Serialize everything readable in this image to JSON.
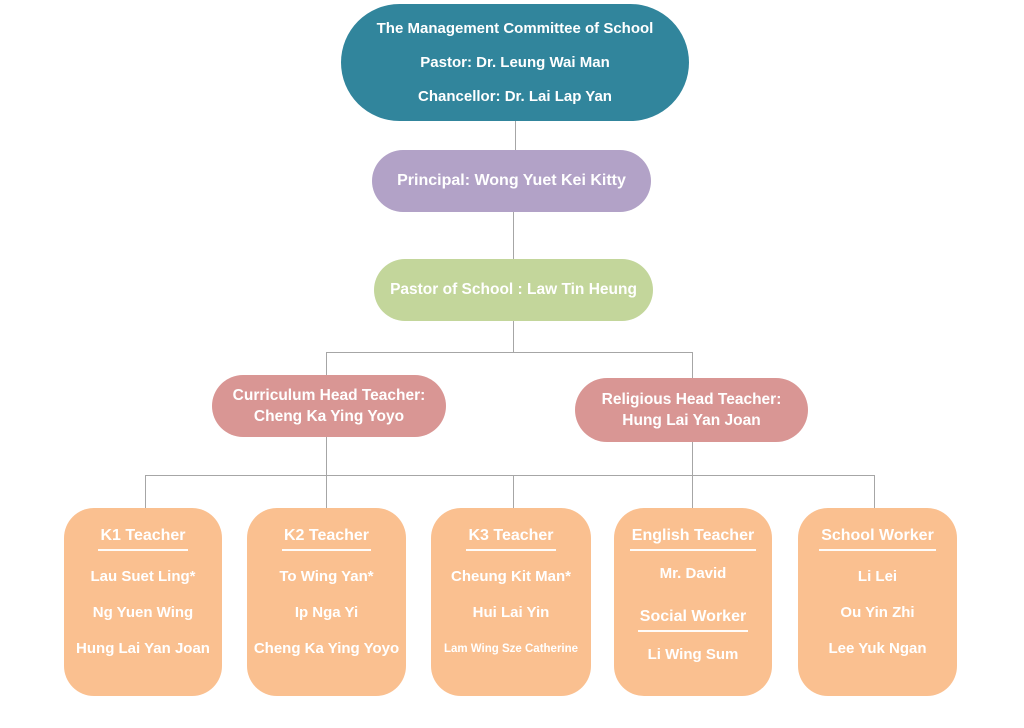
{
  "palette": {
    "teal": "#31859C",
    "lavender": "#B2A2C7",
    "green": "#C3D69B",
    "salmon": "#D99694",
    "orange": "#FAC090",
    "line": "#A6A6A6",
    "text": "#FFFFFF"
  },
  "nodes": {
    "committee": {
      "lines": [
        "The Management Committee of School",
        "Pastor: Dr. Leung Wai Man",
        "Chancellor: Dr. Lai Lap Yan"
      ]
    },
    "principal": {
      "label": "Principal: Wong Yuet Kei Kitty"
    },
    "school_pastor": {
      "label": "Pastor of School : Law Tin Heung"
    },
    "curriculum_head": {
      "lines": [
        "Curriculum Head Teacher:",
        "Cheng Ka Ying Yoyo"
      ]
    },
    "religious_head": {
      "lines": [
        "Religious Head Teacher:",
        "Hung Lai Yan Joan"
      ]
    },
    "k1": {
      "heading": "K1 Teacher",
      "members": [
        "Lau Suet Ling*",
        "Ng Yuen Wing",
        "Hung Lai Yan Joan"
      ]
    },
    "k2": {
      "heading": "K2 Teacher",
      "members": [
        "To Wing Yan*",
        "Ip Nga Yi",
        "Cheng Ka Ying Yoyo"
      ]
    },
    "k3": {
      "heading": "K3 Teacher",
      "members": [
        "Cheung Kit Man*",
        "Hui Lai Yin",
        "Lam Wing Sze Catherine"
      ]
    },
    "english_social": {
      "sections": [
        {
          "heading": "English Teacher",
          "members": [
            "Mr. David"
          ]
        },
        {
          "heading": "Social Worker",
          "members": [
            "Li Wing Sum"
          ]
        }
      ]
    },
    "school_worker": {
      "heading": "School Worker",
      "members": [
        "Li Lei",
        "Ou Yin Zhi",
        "Lee Yuk Ngan"
      ]
    }
  }
}
